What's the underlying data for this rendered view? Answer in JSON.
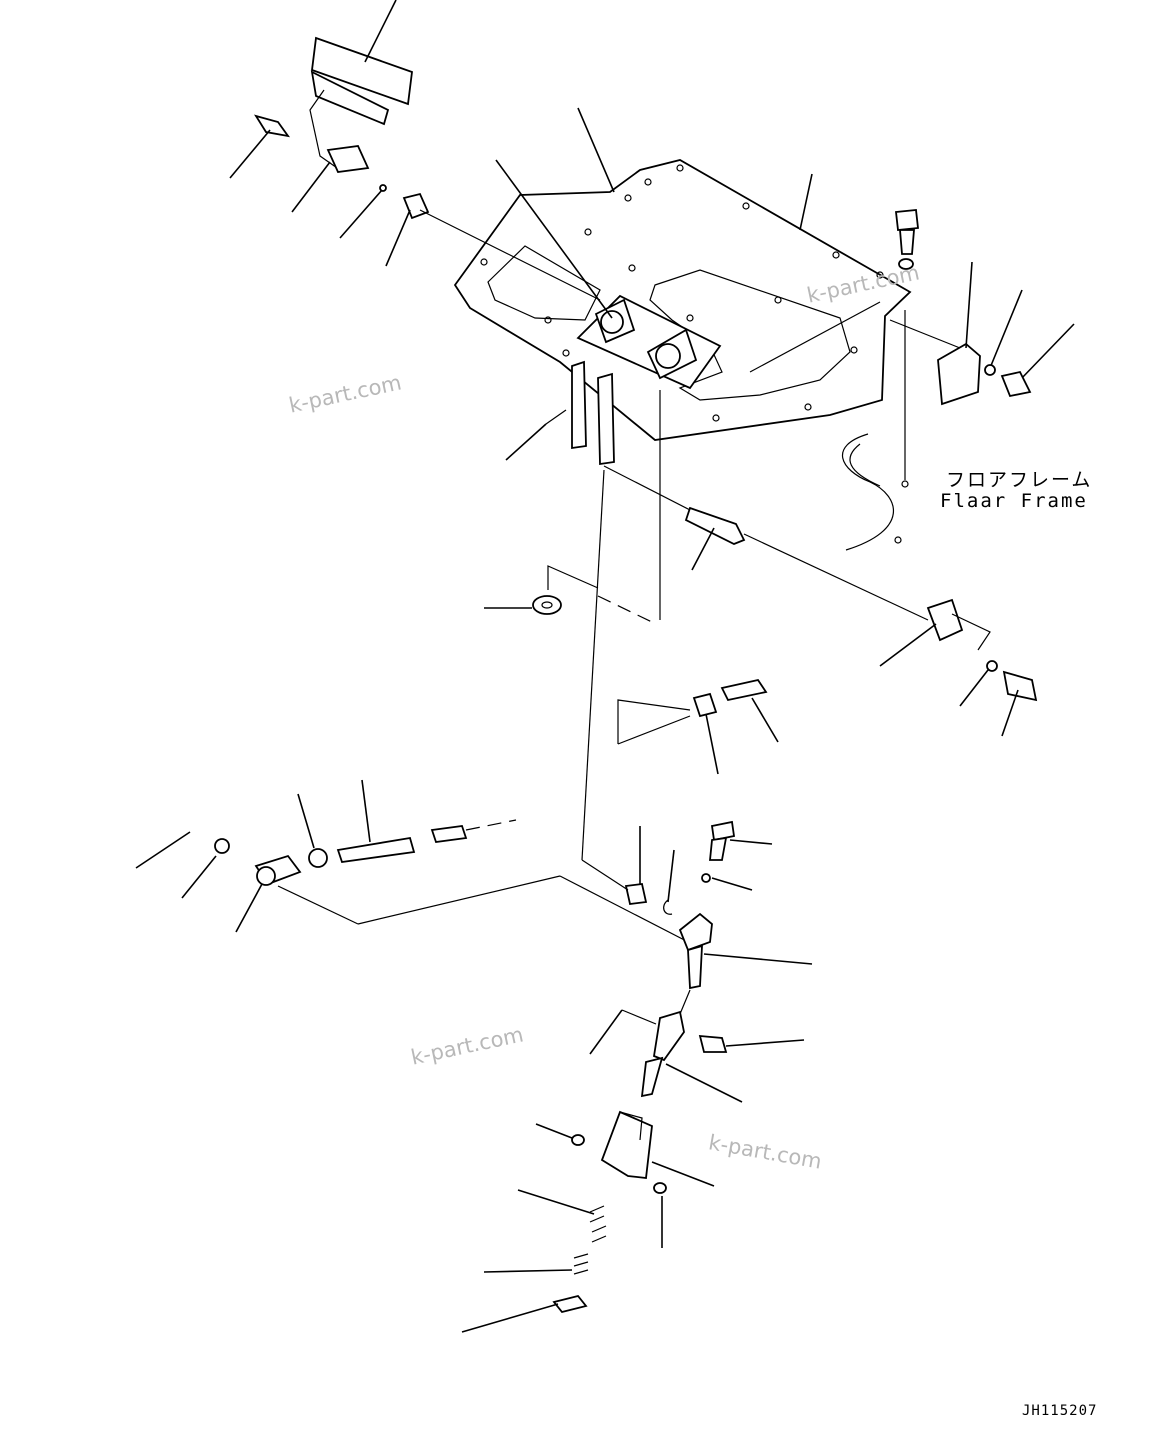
{
  "watermark": "k-part.com",
  "callout": {
    "jp": "フロアフレーム",
    "en": "Flaar Frame"
  },
  "drawing_code": "JH115207",
  "colors": {
    "line": "#000000",
    "watermark": "#b8b8b8",
    "background": "#ffffff"
  }
}
